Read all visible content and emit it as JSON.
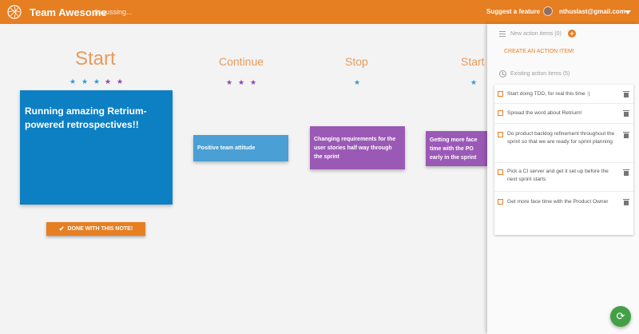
{
  "header": {
    "team_name": "Team Awesome",
    "stage": "discussing...",
    "suggest_label": "Suggest a feature",
    "user_email": "nthuslast@gmail.com"
  },
  "columns": [
    {
      "title": "Start",
      "votes": 5
    },
    {
      "title": "Continue",
      "votes": 3
    },
    {
      "title": "Stop",
      "votes": 1
    },
    {
      "title": "Start",
      "votes": 1
    }
  ],
  "notes": {
    "highlighted": "Running amazing Retrium-powered retrospectives!!",
    "n1": "Positive team attitude",
    "n2": "Changing requirements for the user stories half way through the sprint",
    "n3": "Getting more face time with the PO early in the sprint"
  },
  "done_button": "DONE WITH THIS NOTE!",
  "panel": {
    "new_items_label": "New action items (0)",
    "create_link": "CREATE AN ACTION ITEM!",
    "existing_label": "Existing action items (5)",
    "items": [
      "Start doing TDD, for real this time :)",
      "Spread the word about Retrium!",
      "Do product backlog refinement throughout the sprint so that we are ready for sprint planning",
      "Pick a CI server and get it set up before the next sprint starts",
      "Get more face time with the Product Owner"
    ]
  },
  "colors": {
    "accent": "#e67e22",
    "note_blue_dark": "#0d7fc3",
    "note_blue": "#4a9fd4",
    "note_purple": "#9b59b6",
    "star_blue": "#3498db",
    "star_purple": "#8e44ad",
    "fab_green": "#43a047"
  },
  "icons": [
    "logo-icon",
    "list-icon",
    "plus-icon",
    "clock-icon",
    "trash-icon",
    "check-icon",
    "refresh-icon",
    "chevron-down-icon"
  ]
}
